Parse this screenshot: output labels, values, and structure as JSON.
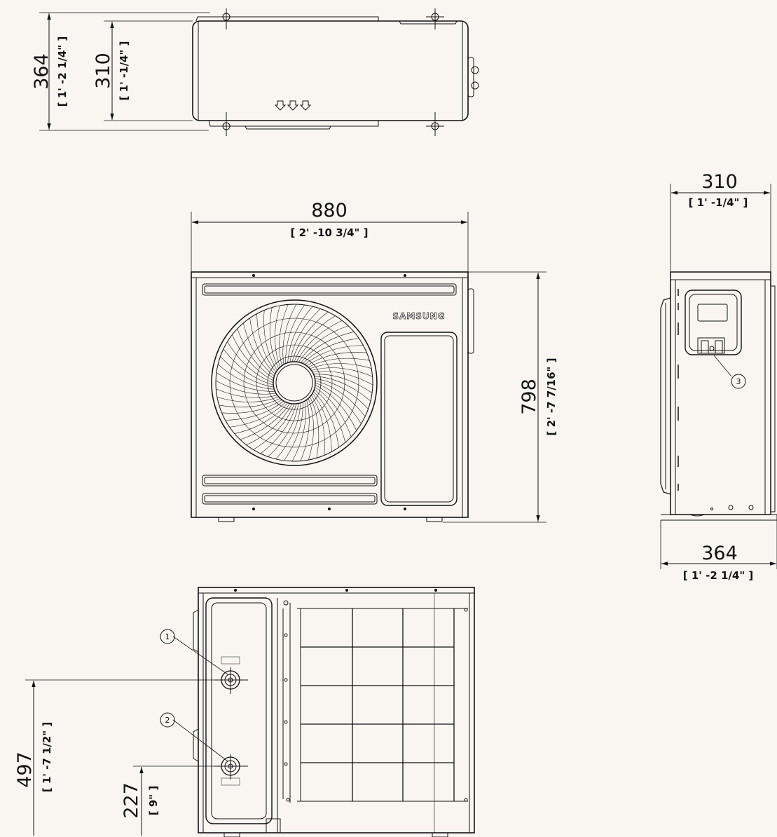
{
  "brand": "SAMSUNG",
  "top_view": {
    "depth_total": {
      "mm": "364",
      "imperial": "[ 1' -2 1/4\" ]"
    },
    "depth_body": {
      "mm": "310",
      "imperial": "[ 1' -1/4\" ]"
    }
  },
  "front_view": {
    "width": {
      "mm": "880",
      "imperial": "[ 2' -10 3/4\" ]"
    },
    "height": {
      "mm": "798",
      "imperial": "[ 2' -7 7/16\" ]"
    }
  },
  "side_view": {
    "depth_body": {
      "mm": "310",
      "imperial": "[ 1' -1/4\" ]"
    },
    "depth_total": {
      "mm": "364",
      "imperial": "[ 1' -2 1/4\" ]"
    },
    "callout": "3"
  },
  "rear_view": {
    "upper_port_height": {
      "mm": "497",
      "imperial": "[ 1' -7 1/2\" ]"
    },
    "lower_port_height": {
      "mm": "227",
      "imperial": "[ 9\" ]"
    },
    "callout_1": "1",
    "callout_2": "2"
  }
}
